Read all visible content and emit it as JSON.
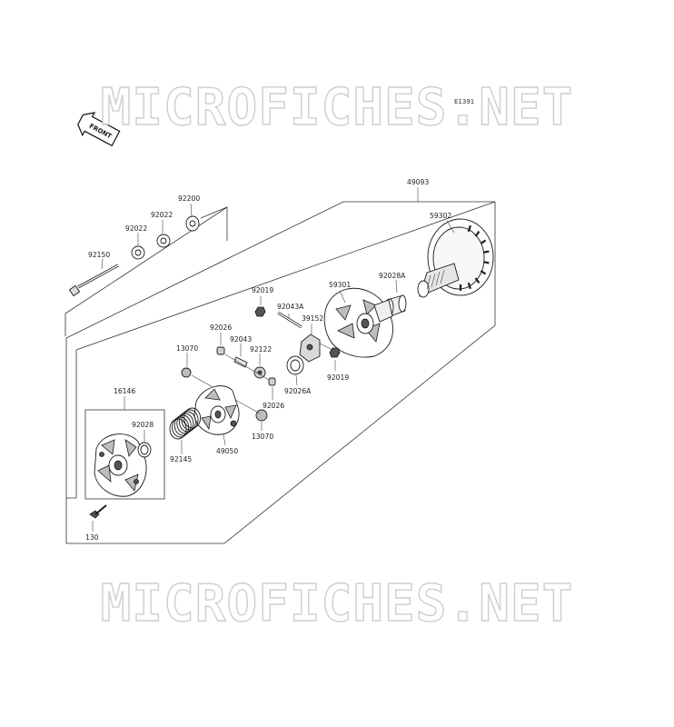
{
  "watermark": {
    "top": "MICROFICHES.NET",
    "bottom": "MICROFICHES.NET"
  },
  "diagram_ref": "E1391",
  "front_label": "FRONT",
  "parts": {
    "p49093": "49093",
    "p59302": "59302",
    "p92028A": "92028A",
    "p59301": "59301",
    "p92200": "92200",
    "p92022a": "92022",
    "p92022b": "92022",
    "p92150": "92150",
    "p92019a": "92019",
    "p92043A": "92043A",
    "p39152": "39152",
    "p92026a": "92026",
    "p92043": "92043",
    "p92122": "92122",
    "p13070a": "13070",
    "p92026A": "92026A",
    "p92019b": "92019",
    "p92026b": "92026",
    "p16146": "16146",
    "p92028": "92028",
    "p49050": "49050",
    "p13070b": "13070",
    "p92145": "92145",
    "p130": "130"
  }
}
